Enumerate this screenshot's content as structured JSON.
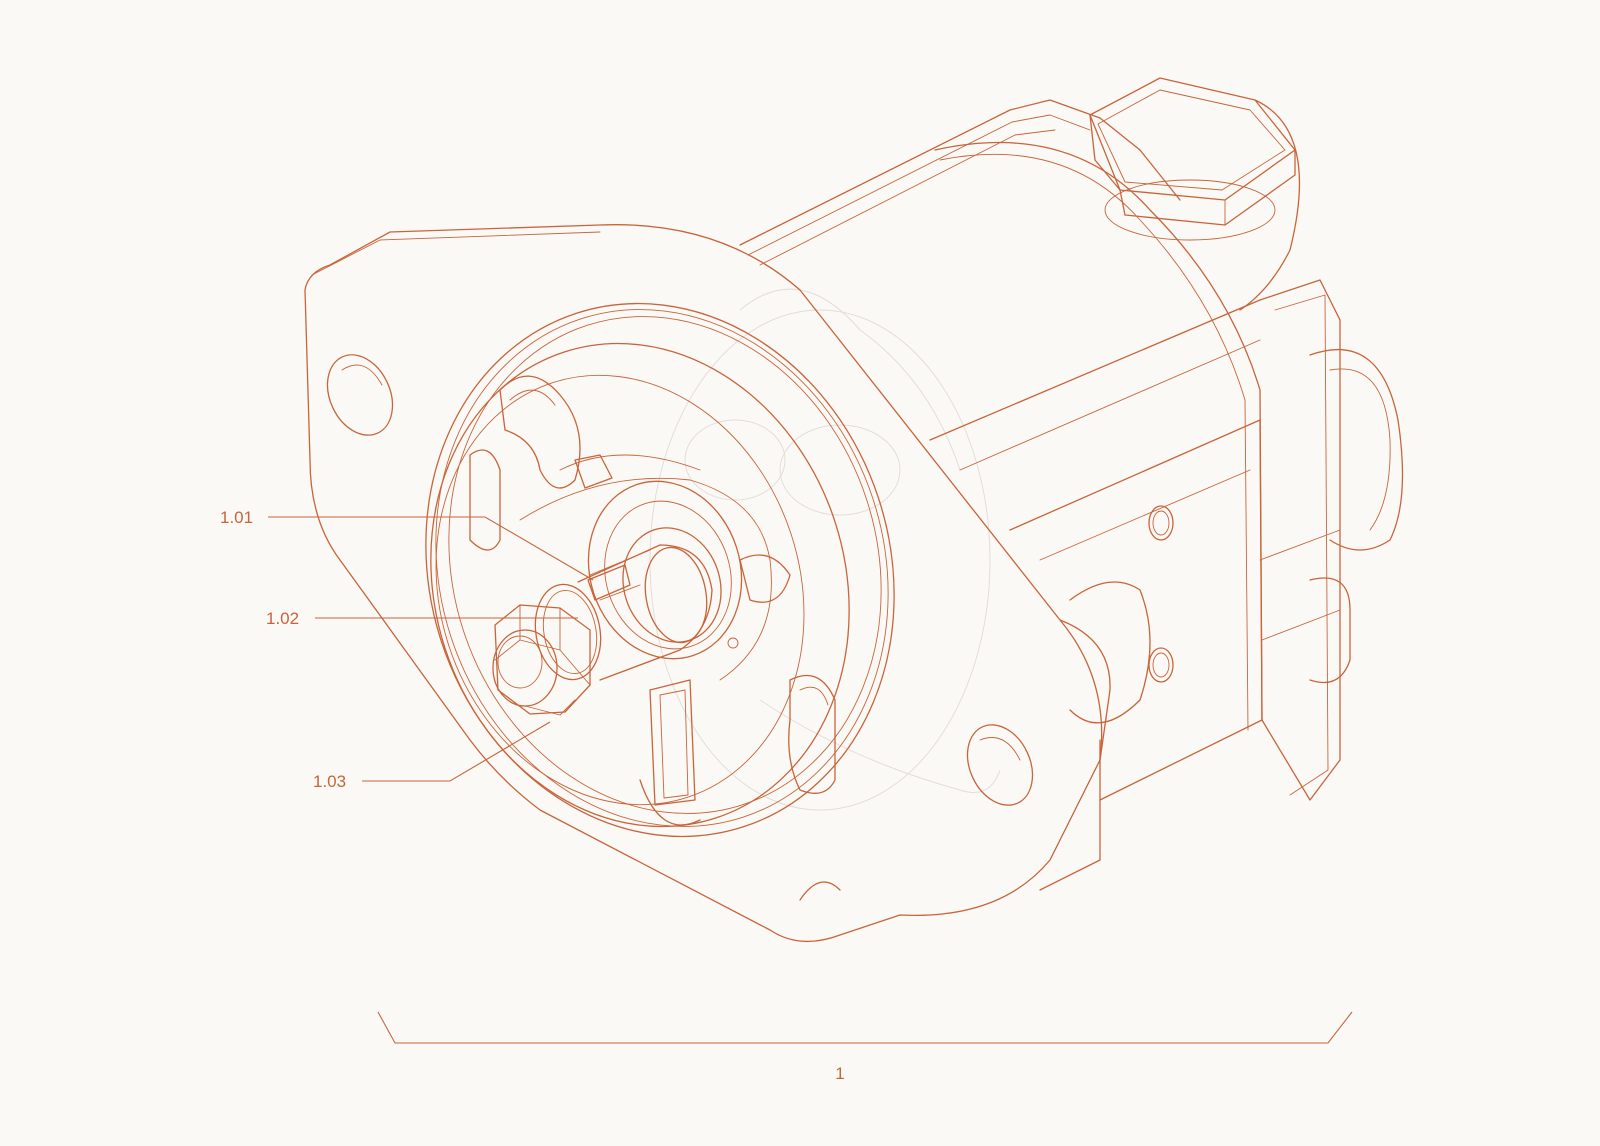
{
  "callouts": [
    {
      "id": "1.01",
      "label": "1.01"
    },
    {
      "id": "1.02",
      "label": "1.02"
    },
    {
      "id": "1.03",
      "label": "1.03"
    }
  ],
  "assembly_label": "1",
  "colors": {
    "line": "#c8643a",
    "background": "#fbf9f6",
    "ghost": "#e4ddd8"
  }
}
